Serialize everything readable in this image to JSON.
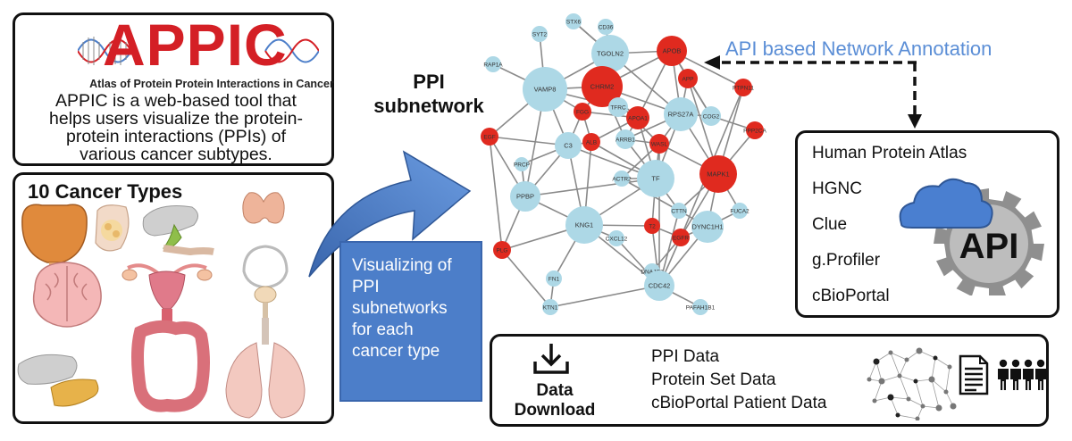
{
  "intro": {
    "logo": "APPIC",
    "logo_subtitle": "Atlas of Protein Protein Interactions in Cancer",
    "description_lines": [
      "APPIC is a web-based tool that",
      "helps users visualize the protein-",
      "protein interactions (PPIs) of",
      "various cancer subtypes."
    ]
  },
  "cancer_panel": {
    "title": "10 Cancer Types"
  },
  "ppi_label": [
    "PPI",
    "subnetwork"
  ],
  "viz_box": {
    "lines": [
      "Visualizing of",
      "PPI",
      "subnetworks",
      "for each",
      "cancer type"
    ]
  },
  "api_annotation": "API based Network Annotation",
  "api_panel": {
    "items": [
      "Human Protein Atlas",
      "HGNC",
      "Clue",
      "g.Profiler",
      "cBioPortal"
    ],
    "badge": "API"
  },
  "download_panel": {
    "label": [
      "Data",
      "Download"
    ],
    "items": [
      "PPI Data",
      "Protein Set Data",
      "cBioPortal Patient Data"
    ]
  },
  "colors": {
    "blue_node": "#add8e6",
    "red_node": "#e02a1f",
    "api_text": "#5b8ed6",
    "arrow_blue": "#4c7ec9",
    "cloud_blue": "#4a7fd0"
  },
  "network": {
    "nodes": [
      {
        "id": "STX6",
        "label": "STX6",
        "type": "blue",
        "r": 9
      },
      {
        "id": "CD36",
        "label": "CD36",
        "type": "blue",
        "r": 9
      },
      {
        "id": "SYT2",
        "label": "SYT2",
        "type": "blue",
        "r": 9
      },
      {
        "id": "TGOLN2",
        "label": "TGOLN2",
        "type": "blue",
        "r": 21
      },
      {
        "id": "APOB",
        "label": "APOB",
        "type": "red",
        "r": 17
      },
      {
        "id": "RAP1A",
        "label": "RAP1A",
        "type": "blue",
        "r": 9
      },
      {
        "id": "VAMP8",
        "label": "VAMP8",
        "type": "blue",
        "r": 25
      },
      {
        "id": "CHRM2",
        "label": "CHRM2",
        "type": "red",
        "r": 23
      },
      {
        "id": "APP",
        "label": "APP",
        "type": "red",
        "r": 11
      },
      {
        "id": "PTPN11",
        "label": "PTPN11",
        "type": "red",
        "r": 10
      },
      {
        "id": "TFRC",
        "label": "TFRC",
        "type": "blue",
        "r": 11
      },
      {
        "id": "FGG",
        "label": "FGG",
        "type": "red",
        "r": 10
      },
      {
        "id": "APOA1",
        "label": "APOA1",
        "type": "red",
        "r": 13
      },
      {
        "id": "RPS27A",
        "label": "RPS27A",
        "type": "blue",
        "r": 19
      },
      {
        "id": "COG2",
        "label": "COG2",
        "type": "blue",
        "r": 11
      },
      {
        "id": "EGF",
        "label": "EGF",
        "type": "red",
        "r": 10
      },
      {
        "id": "ARRB1",
        "label": "ARRB1",
        "type": "blue",
        "r": 11
      },
      {
        "id": "ALB",
        "label": "ALB",
        "type": "red",
        "r": 10
      },
      {
        "id": "WASL",
        "label": "WASL",
        "type": "red",
        "r": 11
      },
      {
        "id": "PPP2CA",
        "label": "PPP2CA",
        "type": "red",
        "r": 10
      },
      {
        "id": "C3",
        "label": "C3",
        "type": "blue",
        "r": 15
      },
      {
        "id": "MAPK1",
        "label": "MAPK1",
        "type": "red",
        "r": 21
      },
      {
        "id": "PRCP",
        "label": "PRCP",
        "type": "blue",
        "r": 8
      },
      {
        "id": "TF",
        "label": "TF",
        "type": "blue",
        "r": 21
      },
      {
        "id": "ACTR2",
        "label": "ACTR2",
        "type": "blue",
        "r": 9
      },
      {
        "id": "PPBP",
        "label": "PPBP",
        "type": "blue",
        "r": 17
      },
      {
        "id": "FUCA2",
        "label": "FUCA2",
        "type": "blue",
        "r": 9
      },
      {
        "id": "CTTN",
        "label": "CTTN",
        "type": "blue",
        "r": 9
      },
      {
        "id": "KNG1",
        "label": "KNG1",
        "type": "blue",
        "r": 21
      },
      {
        "id": "T2",
        "label": "T2",
        "type": "red",
        "r": 9
      },
      {
        "id": "CXCL12",
        "label": "CXCL12",
        "type": "blue",
        "r": 9
      },
      {
        "id": "DYNC1H1",
        "label": "DYNC1H1",
        "type": "blue",
        "r": 18
      },
      {
        "id": "PLG",
        "label": "PLG",
        "type": "red",
        "r": 10
      },
      {
        "id": "EGFR",
        "label": "EGFR",
        "type": "red",
        "r": 10
      },
      {
        "id": "FN1",
        "label": "FN1",
        "type": "blue",
        "r": 9
      },
      {
        "id": "DNAJC3",
        "label": "DNAJC3",
        "type": "blue",
        "r": 9
      },
      {
        "id": "CDC42",
        "label": "CDC42",
        "type": "blue",
        "r": 17
      },
      {
        "id": "KTN1",
        "label": "KTN1",
        "type": "blue",
        "r": 9
      },
      {
        "id": "PAFAH1B1",
        "label": "PAFAH1B1",
        "type": "blue",
        "r": 9
      }
    ],
    "edges": [
      [
        "STX6",
        "TGOLN2"
      ],
      [
        "CD36",
        "TGOLN2"
      ],
      [
        "SYT2",
        "VAMP8"
      ],
      [
        "RAP1A",
        "VAMP8"
      ],
      [
        "VAMP8",
        "TGOLN2"
      ],
      [
        "VAMP8",
        "CHRM2"
      ],
      [
        "VAMP8",
        "TFRC"
      ],
      [
        "VAMP8",
        "C3"
      ],
      [
        "VAMP8",
        "FGG"
      ],
      [
        "VAMP8",
        "EGF"
      ],
      [
        "VAMP8",
        "PPBP"
      ],
      [
        "TGOLN2",
        "APOB"
      ],
      [
        "TGOLN2",
        "CHRM2"
      ],
      [
        "TGOLN2",
        "RPS27A"
      ],
      [
        "TGOLN2",
        "TFRC"
      ],
      [
        "TGOLN2",
        "STX6"
      ],
      [
        "APOB",
        "APP"
      ],
      [
        "APOB",
        "CHRM2"
      ],
      [
        "APOB",
        "APOA1"
      ],
      [
        "APOB",
        "RPS27A"
      ],
      [
        "APOB",
        "COG2"
      ],
      [
        "APOB",
        "PTPN11"
      ],
      [
        "CHRM2",
        "APOA1"
      ],
      [
        "CHRM2",
        "ARRB1"
      ],
      [
        "CHRM2",
        "FGG"
      ],
      [
        "CHRM2",
        "RPS27A"
      ],
      [
        "CHRM2",
        "WASL"
      ],
      [
        "APP",
        "RPS27A"
      ],
      [
        "APP",
        "MAPK1"
      ],
      [
        "APP",
        "COG2"
      ],
      [
        "PTPN11",
        "MAPK1"
      ],
      [
        "PTPN11",
        "EGFR"
      ],
      [
        "FGG",
        "ALB"
      ],
      [
        "FGG",
        "C3"
      ],
      [
        "FGG",
        "APOA1"
      ],
      [
        "APOA1",
        "ALB"
      ],
      [
        "APOA1",
        "TF"
      ],
      [
        "APOA1",
        "ARRB1"
      ],
      [
        "RPS27A",
        "WASL"
      ],
      [
        "RPS27A",
        "TF"
      ],
      [
        "RPS27A",
        "MAPK1"
      ],
      [
        "RPS27A",
        "COG2"
      ],
      [
        "RPS27A",
        "ARRB1"
      ],
      [
        "COG2",
        "PPP2CA"
      ],
      [
        "PPP2CA",
        "MAPK1"
      ],
      [
        "EGF",
        "C3"
      ],
      [
        "EGF",
        "PPBP"
      ],
      [
        "EGF",
        "PLG"
      ],
      [
        "ALB",
        "TF"
      ],
      [
        "ALB",
        "C3"
      ],
      [
        "ALB",
        "KNG1"
      ],
      [
        "WASL",
        "CDC42"
      ],
      [
        "WASL",
        "TF"
      ],
      [
        "WASL",
        "ACTR2"
      ],
      [
        "WASL",
        "MAPK1"
      ],
      [
        "C3",
        "PPBP"
      ],
      [
        "C3",
        "KNG1"
      ],
      [
        "C3",
        "PRCP"
      ],
      [
        "C3",
        "TF"
      ],
      [
        "MAPK1",
        "DYNC1H1"
      ],
      [
        "MAPK1",
        "EGFR"
      ],
      [
        "MAPK1",
        "CTTN"
      ],
      [
        "MAPK1",
        "FUCA2"
      ],
      [
        "PRCP",
        "PPBP"
      ],
      [
        "TF",
        "KNG1"
      ],
      [
        "TF",
        "T2"
      ],
      [
        "TF",
        "CTTN"
      ],
      [
        "TF",
        "ACTR2"
      ],
      [
        "TF",
        "PPBP"
      ],
      [
        "PPBP",
        "KNG1"
      ],
      [
        "PPBP",
        "PLG"
      ],
      [
        "KNG1",
        "CXCL12"
      ],
      [
        "KNG1",
        "T2"
      ],
      [
        "KNG1",
        "PLG"
      ],
      [
        "KNG1",
        "FN1"
      ],
      [
        "KNG1",
        "CDC42"
      ],
      [
        "T2",
        "EGFR"
      ],
      [
        "T2",
        "CDC42"
      ],
      [
        "CTTN",
        "CDC42"
      ],
      [
        "CTTN",
        "DYNC1H1"
      ],
      [
        "DYNC1H1",
        "CDC42"
      ],
      [
        "DYNC1H1",
        "EGFR"
      ],
      [
        "DYNC1H1",
        "FUCA2"
      ],
      [
        "EGFR",
        "CDC42"
      ],
      [
        "EGFR",
        "DNAJC3"
      ],
      [
        "CDC42",
        "DNAJC3"
      ],
      [
        "CDC42",
        "KTN1"
      ],
      [
        "CDC42",
        "PAFAH1B1"
      ],
      [
        "CDC42",
        "CXCL12"
      ],
      [
        "FN1",
        "KTN1"
      ],
      [
        "PLG",
        "KTN1"
      ],
      [
        "ACTR2",
        "CTTN"
      ],
      [
        "ARRB1",
        "TF"
      ],
      [
        "ARRB1",
        "WASL"
      ]
    ]
  }
}
